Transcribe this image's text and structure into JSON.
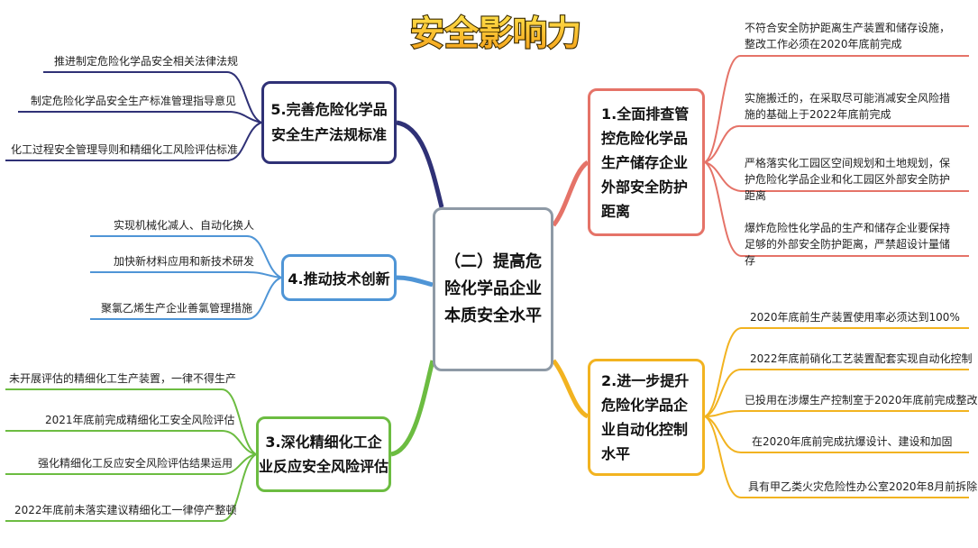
{
  "title": "安全影响力",
  "center": "（二）提高危险化学品企业本质安全水平",
  "branches": {
    "b1": {
      "label": "1.全面排查管控危险化学品生产储存企业外部安全防护距离",
      "color": "#e57368",
      "items": [
        "不符合安全防护距离生产装置和储存设施，整改工作必须在2020年底前完成",
        "实施搬迁的，在采取尽可能消减安全风险措施的基础上于2022年底前完成",
        "严格落实化工园区空间规划和土地规划，保护危险化学品企业和化工园区外部安全防护距离",
        "爆炸危险性化学品的生产和储存企业要保持足够的外部安全防护距离，严禁超设计量储存"
      ]
    },
    "b2": {
      "label": "2.进一步提升危险化学品企业自动化控制水平",
      "color": "#f2b320",
      "items": [
        "2020年底前生产装置使用率必须达到100%",
        "2022年底前硝化工艺装置配套实现自动化控制",
        "已投用在涉爆生产控制室于2020年底前完成整改",
        "在2020年底前完成抗爆设计、建设和加固",
        "具有甲乙类火灾危险性办公室2020年8月前拆除"
      ]
    },
    "b3": {
      "label": "3.深化精细化工企业反应安全风险评估",
      "color": "#6cbc41",
      "items": [
        "未开展评估的精细化工生产装置，一律不得生产",
        "2021年底前完成精细化工安全风险评估",
        "强化精细化工反应安全风险评估结果运用",
        "2022年底前未落实建议精细化工一律停产整顿"
      ]
    },
    "b4": {
      "label": "4.推动技术创新",
      "color": "#4f95d6",
      "items": [
        "实现机械化减人、自动化换人",
        "加快新材料应用和新技术研发",
        "聚氯乙烯生产企业善氯管理措施"
      ]
    },
    "b5": {
      "label": "5.完善危险化学品安全生产法规标准",
      "color": "#2f3176",
      "items": [
        "推进制定危险化学品安全相关法律法规",
        "制定危险化学品安全生产标准管理指导意见",
        "化工过程安全管理导则和精细化工风险评估标准"
      ]
    }
  }
}
